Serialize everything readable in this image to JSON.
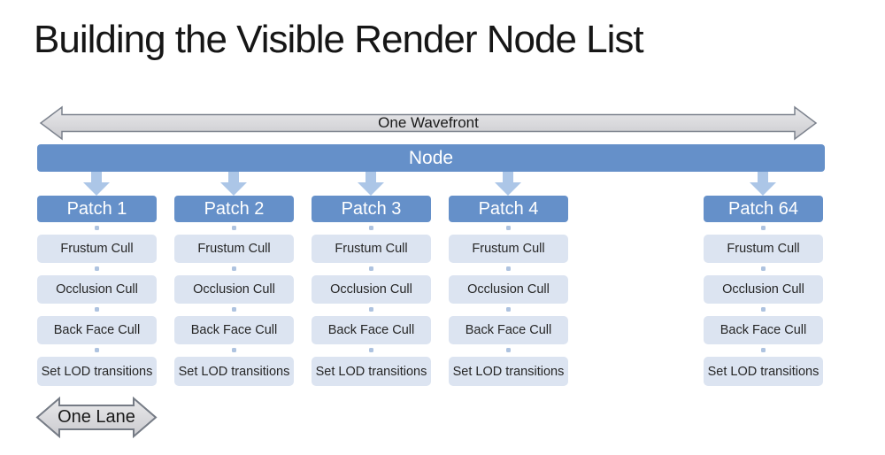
{
  "title": "Building the Visible Render Node List",
  "wavefront": {
    "label": "One Wavefront"
  },
  "node": {
    "label": "Node"
  },
  "lane": {
    "label": "One Lane"
  },
  "columns": [
    {
      "label": "Patch 1",
      "steps": [
        "Frustum Cull",
        "Occlusion Cull",
        "Back Face Cull",
        "Set LOD transitions"
      ]
    },
    {
      "label": "Patch 2",
      "steps": [
        "Frustum Cull",
        "Occlusion Cull",
        "Back Face Cull",
        "Set LOD transitions"
      ]
    },
    {
      "label": "Patch 3",
      "steps": [
        "Frustum Cull",
        "Occlusion Cull",
        "Back Face Cull",
        "Set LOD transitions"
      ]
    },
    {
      "label": "Patch 4",
      "steps": [
        "Frustum Cull",
        "Occlusion Cull",
        "Back Face Cull",
        "Set LOD transitions"
      ]
    },
    {
      "label": "Patch 64",
      "steps": [
        "Frustum Cull",
        "Occlusion Cull",
        "Back Face Cull",
        "Set LOD transitions"
      ]
    }
  ],
  "colors": {
    "accent_blue": "#6590C9",
    "light_blue_box": "#DCE4F1",
    "arrow_light_blue": "#ACC6E7",
    "connector_dot": "#AEC3E0",
    "gray_arrow_fill": "#D8D8DB",
    "gray_arrow_border": "#7D838E",
    "title_text": "#161616",
    "step_text": "#262626"
  }
}
